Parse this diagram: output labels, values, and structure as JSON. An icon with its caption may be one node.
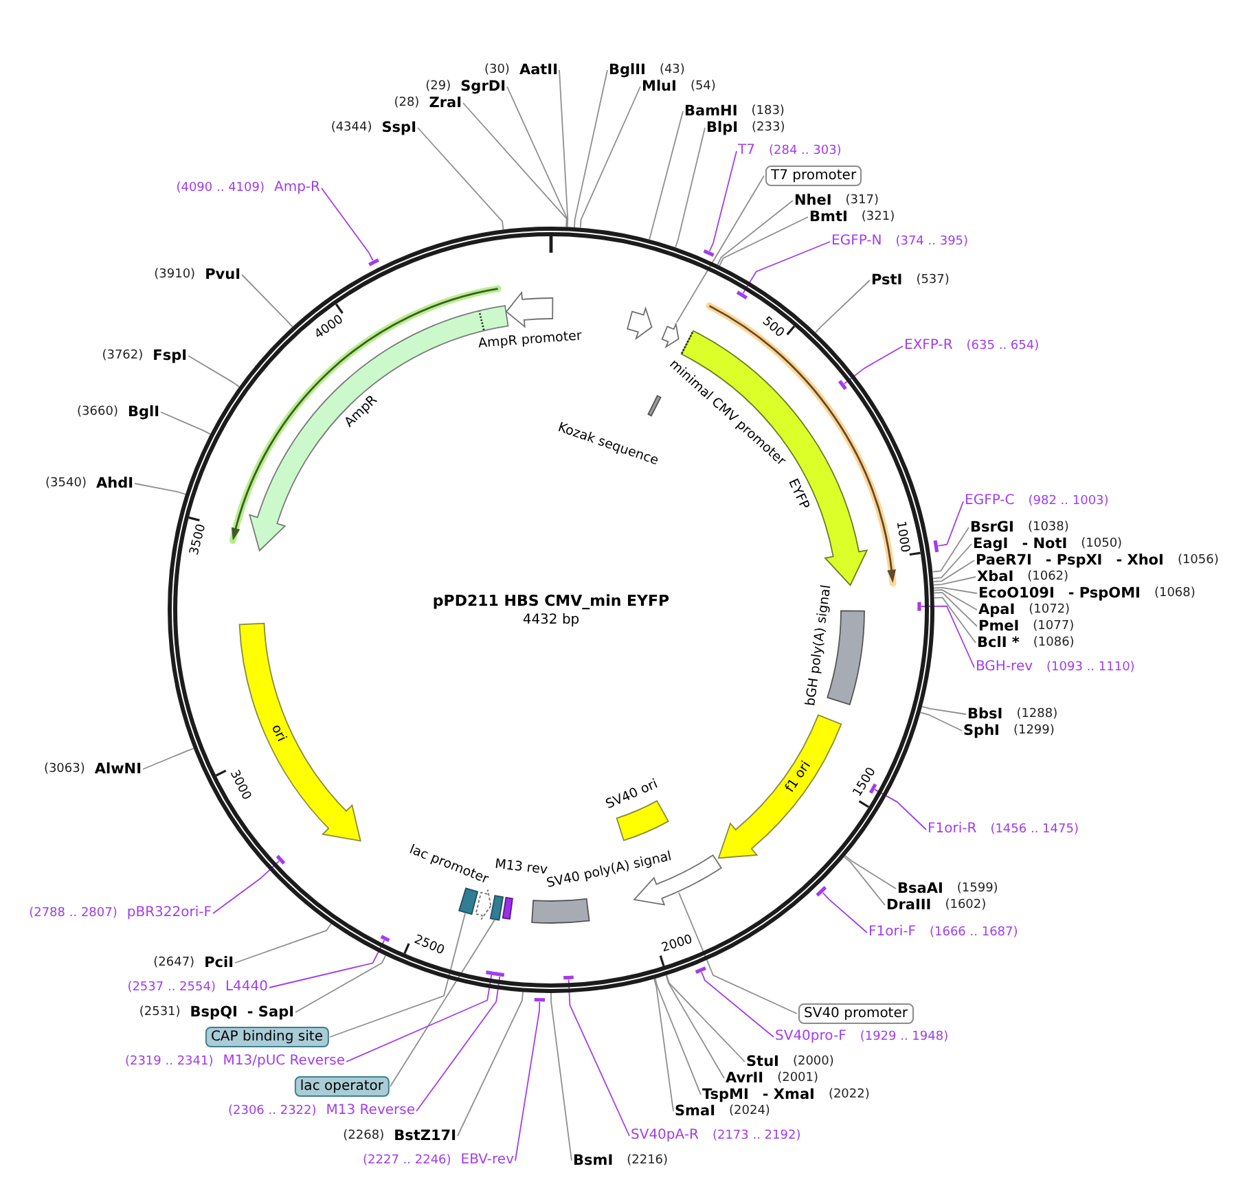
{
  "diagram": {
    "nodes": [
      {
        "text": [
          "pPD211 HBS CMV_min EYFP",
          "4432 bp"
        ]
      },
      {
        "text": [
          "AmpR promoter"
        ],
        "in": 0
      },
      {
        "text": [
          "AmpR"
        ],
        "in": 0
      },
      {
        "text": [
          "minimal CMV promoter"
        ],
        "in": 0
      },
      {
        "text": [],
        "shape": "arrow",
        "in": 0
      },
      {
        "text": [
          "Kozak sequence"
        ],
        "in": 0
      },
      {
        "text": [
          "EYFP"
        ],
        "in": 0
      },
      {
        "text": [
          "bGH poly(A) signal"
        ],
        "in": 0
      },
      {
        "text": [
          "f1 ori"
        ],
        "in": 0
      },
      {
        "text": [
          "SV40 ori"
        ],
        "in": 0
      },
      {
        "text": [],
        "shape": "arrow",
        "in": 0
      },
      {
        "text": [
          "SV40 poly(A) signal"
        ],
        "in": 0
      },
      {
        "text": [
          "M13 rev"
        ],
        "in": 0
      },
      {
        "text": [],
        "shape": "box",
        "in": 0
      },
      {
        "text": [
          "lac promoter"
        ],
        "in": 0
      },
      {
        "text": [],
        "shape": "box",
        "in": 0
      },
      {
        "text": [
          "ori"
        ],
        "in": 0
      },
      {
        "text": [
          "BglII",
          "(43)"
        ]
      },
      {
        "text": [
          "MluI",
          "(54)"
        ]
      },
      {
        "text": [
          "BamHI",
          "(183)"
        ]
      },
      {
        "text": [
          "BlpI",
          "(233)"
        ]
      },
      {
        "text": [
          "T7",
          "(284 .. 303)"
        ]
      },
      {
        "text": [],
        "shape": "bar",
        "in": 0
      },
      {
        "text": [
          "T7 promoter"
        ]
      },
      {
        "text": [
          "NheI",
          "(317)"
        ]
      },
      {
        "text": [
          "BmtI",
          "(321)"
        ]
      },
      {
        "text": [
          "EGFP-N",
          "(374 .. 395)"
        ]
      },
      {
        "text": [],
        "shape": "bar",
        "in": 0
      },
      {
        "text": [
          "PstI",
          "(537)"
        ]
      },
      {
        "text": [
          "EXFP-R",
          "(635 .. 654)"
        ]
      },
      {
        "text": [],
        "shape": "bar",
        "in": 0
      },
      {
        "text": [
          "EGFP-C",
          "(982 .. 1003)"
        ]
      },
      {
        "text": [],
        "shape": "bar",
        "in": 0
      },
      {
        "text": [
          "BsrGI",
          "(1038)"
        ]
      },
      {
        "text": [
          "EagI",
          "- NotI",
          "(1050)"
        ]
      },
      {
        "text": [
          "PaeR7I",
          "- PspXI",
          "- XhoI",
          "(1056)"
        ]
      },
      {
        "text": [
          "XbaI",
          "(1062)"
        ]
      },
      {
        "text": [
          "EcoO109I",
          "- PspOMI",
          "(1068)"
        ]
      },
      {
        "text": [
          "ApaI",
          "(1072)"
        ]
      },
      {
        "text": [
          "PmeI",
          "(1077)"
        ]
      },
      {
        "text": [
          "BclI *",
          "(1086)"
        ]
      },
      {
        "text": [
          "BGH-rev",
          "(1093 .. 1110)"
        ]
      },
      {
        "text": [],
        "shape": "bar",
        "in": 0
      },
      {
        "text": [
          "BbsI",
          "(1288)"
        ]
      },
      {
        "text": [
          "SphI",
          "(1299)"
        ]
      },
      {
        "text": [
          "F1ori-R",
          "(1456 .. 1475)"
        ]
      },
      {
        "text": [],
        "shape": "bar",
        "in": 0
      },
      {
        "text": [
          "BsaAI",
          "(1599)"
        ]
      },
      {
        "text": [
          "DraIII",
          "(1602)"
        ]
      },
      {
        "text": [
          "F1ori-F",
          "(1666 .. 1687)"
        ]
      },
      {
        "text": [],
        "shape": "bar",
        "in": 0
      },
      {
        "text": [
          "SV40 promoter"
        ]
      },
      {
        "text": [
          "SV40pro-F",
          "(1929 .. 1948)"
        ]
      },
      {
        "text": [],
        "shape": "bar",
        "in": 0
      },
      {
        "text": [
          "StuI",
          "(2000)"
        ]
      },
      {
        "text": [
          "AvrII",
          "(2001)"
        ]
      },
      {
        "text": [
          "TspMI",
          "- XmaI",
          "(2022)"
        ]
      },
      {
        "text": [
          "SmaI",
          "(2024)"
        ]
      },
      {
        "text": [
          "SV40pA-R",
          "(2173 .. 2192)"
        ]
      },
      {
        "text": [],
        "shape": "bar",
        "in": 0
      },
      {
        "text": [
          "BsmI",
          "(2216)"
        ]
      },
      {
        "text": [
          "(2227 .. 2246)",
          "EBV-rev"
        ]
      },
      {
        "text": [],
        "shape": "bar"
      },
      {
        "text": [
          "(2268)",
          "BstZ17I"
        ]
      },
      {
        "text": [
          "(2306 .. 2322)",
          "M13 Reverse"
        ]
      },
      {
        "text": [],
        "shape": "bar",
        "in": 0
      },
      {
        "text": [
          "lac operator"
        ]
      },
      {
        "text": [
          "(2319 .. 2341)",
          "M13/pUC Reverse"
        ]
      },
      {
        "text": [],
        "shape": "bar",
        "in": 0
      },
      {
        "text": [
          "CAP binding site"
        ]
      },
      {
        "text": [
          "(2531)",
          "BspQI",
          "- SapI"
        ]
      },
      {
        "text": [
          "(2537 .. 2554)",
          "L4440"
        ]
      },
      {
        "text": [],
        "shape": "bar",
        "in": 0
      },
      {
        "text": [
          "(2647)",
          "PciI"
        ]
      },
      {
        "text": [
          "(2788 .. 2807)",
          "pBR322ori-F"
        ]
      },
      {
        "text": [],
        "shape": "bar",
        "in": 0
      },
      {
        "text": [
          "(3063)",
          "AlwNI"
        ]
      },
      {
        "text": [
          "(3540)",
          "AhdI"
        ]
      },
      {
        "text": [
          "(3660)",
          "BglI"
        ]
      },
      {
        "text": [
          "(3762)",
          "FspI"
        ]
      },
      {
        "text": [
          "(3910)",
          "PvuI"
        ]
      },
      {
        "text": [
          "(4090 .. 4109)",
          "Amp-R"
        ]
      },
      {
        "text": [],
        "shape": "bar",
        "in": 0
      },
      {
        "text": [
          "(4344)",
          "SspI"
        ]
      },
      {
        "text": [
          "(28)",
          "ZraI"
        ]
      },
      {
        "text": [
          "(29)",
          "SgrDI"
        ]
      },
      {
        "text": [
          "(30)",
          "AatII"
        ]
      }
    ],
    "edges": [
      {
        "from": 17,
        "to": 0,
        "arrow": "none"
      },
      {
        "from": 18,
        "to": 0,
        "arrow": "none"
      },
      {
        "from": 19,
        "to": 0,
        "arrow": "none"
      },
      {
        "from": 20,
        "to": 0,
        "arrow": "none"
      },
      {
        "from": 21,
        "to": 22,
        "arrow": "none",
        "color": "#a13ded"
      },
      {
        "from": 23,
        "to": 4,
        "arrow": "none"
      },
      {
        "from": 24,
        "to": 0,
        "arrow": "none"
      },
      {
        "from": 25,
        "to": 0,
        "arrow": "none"
      },
      {
        "from": 26,
        "to": 27,
        "arrow": "none",
        "color": "#a13ded"
      },
      {
        "from": 28,
        "to": 0,
        "arrow": "none"
      },
      {
        "from": 29,
        "to": 30,
        "arrow": "none",
        "color": "#a13ded"
      },
      {
        "from": 31,
        "to": 32,
        "arrow": "none",
        "color": "#a13ded"
      },
      {
        "from": 33,
        "to": 0,
        "arrow": "none"
      },
      {
        "from": 34,
        "to": 0,
        "arrow": "none"
      },
      {
        "from": 35,
        "to": 0,
        "arrow": "none"
      },
      {
        "from": 36,
        "to": 0,
        "arrow": "none"
      },
      {
        "from": 37,
        "to": 0,
        "arrow": "none"
      },
      {
        "from": 38,
        "to": 0,
        "arrow": "none"
      },
      {
        "from": 39,
        "to": 0,
        "arrow": "none"
      },
      {
        "from": 40,
        "to": 0,
        "arrow": "none"
      },
      {
        "from": 41,
        "to": 42,
        "arrow": "none",
        "color": "#a13ded"
      },
      {
        "from": 43,
        "to": 0,
        "arrow": "none"
      },
      {
        "from": 44,
        "to": 0,
        "arrow": "none"
      },
      {
        "from": 45,
        "to": 46,
        "arrow": "none",
        "color": "#a13ded"
      },
      {
        "from": 47,
        "to": 0,
        "arrow": "none"
      },
      {
        "from": 48,
        "to": 0,
        "arrow": "none"
      },
      {
        "from": 49,
        "to": 50,
        "arrow": "none",
        "color": "#a13ded"
      },
      {
        "from": 51,
        "to": 10,
        "arrow": "none"
      },
      {
        "from": 52,
        "to": 53,
        "arrow": "none",
        "color": "#a13ded"
      },
      {
        "from": 54,
        "to": 0,
        "arrow": "none"
      },
      {
        "from": 55,
        "to": 0,
        "arrow": "none"
      },
      {
        "from": 56,
        "to": 0,
        "arrow": "none"
      },
      {
        "from": 57,
        "to": 0,
        "arrow": "none"
      },
      {
        "from": 58,
        "to": 59,
        "arrow": "none",
        "color": "#a13ded"
      },
      {
        "from": 60,
        "to": 0,
        "arrow": "none"
      },
      {
        "from": 61,
        "to": 62,
        "arrow": "none",
        "color": "#a13ded"
      },
      {
        "from": 63,
        "to": 0,
        "arrow": "none"
      },
      {
        "from": 64,
        "to": 65,
        "arrow": "none",
        "color": "#a13ded"
      },
      {
        "from": 66,
        "to": 15,
        "arrow": "none"
      },
      {
        "from": 67,
        "to": 68,
        "arrow": "none",
        "color": "#a13ded"
      },
      {
        "from": 69,
        "to": 13,
        "arrow": "none"
      },
      {
        "from": 70,
        "to": 0,
        "arrow": "none"
      },
      {
        "from": 71,
        "to": 72,
        "arrow": "none",
        "color": "#a13ded"
      },
      {
        "from": 73,
        "to": 0,
        "arrow": "none"
      },
      {
        "from": 74,
        "to": 75,
        "arrow": "none",
        "color": "#a13ded"
      },
      {
        "from": 76,
        "to": 0,
        "arrow": "none"
      },
      {
        "from": 77,
        "to": 0,
        "arrow": "none"
      },
      {
        "from": 78,
        "to": 0,
        "arrow": "none"
      },
      {
        "from": 79,
        "to": 0,
        "arrow": "none"
      },
      {
        "from": 80,
        "to": 0,
        "arrow": "none"
      },
      {
        "from": 81,
        "to": 82,
        "arrow": "none",
        "color": "#a13ded"
      },
      {
        "from": 83,
        "to": 0,
        "arrow": "none"
      },
      {
        "from": 84,
        "to": 0,
        "arrow": "none"
      },
      {
        "from": 85,
        "to": 0,
        "arrow": "none"
      },
      {
        "from": 86,
        "to": 0,
        "arrow": "none"
      }
    ],
    "labels": [
      "500",
      "1000",
      "1500",
      "2000",
      "2500",
      "3000",
      "3500",
      "4000"
    ]
  }
}
